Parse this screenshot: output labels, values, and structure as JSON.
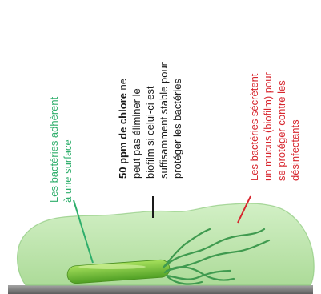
{
  "labels": {
    "adhesion": {
      "lines": [
        "Les bactéries adhèrent",
        "à une surface"
      ],
      "color": "#2eae6b"
    },
    "chlorine": {
      "bold": "50 ppm de chlore",
      "line1_rest": " ne",
      "lines": [
        "peut pas éliminer le",
        "biofilm si celui-ci est",
        "suffisamment stable pour",
        "protéger les bactéries"
      ],
      "color": "#1a1a1a"
    },
    "mucus": {
      "lines": [
        "Les bactéries sécrètent",
        "un mucus (biofilm) pour",
        "se protéger contre les",
        "désinfectants"
      ],
      "color": "#d7262e"
    }
  },
  "colors": {
    "biofilm_fill": "#b9e2a8",
    "biofilm_stroke": "#8cc97c",
    "bacterium": "#6fbe3a",
    "flagella": "#3f9a4f",
    "surface": "#707070",
    "surface_edge": "#9a9a9a"
  }
}
